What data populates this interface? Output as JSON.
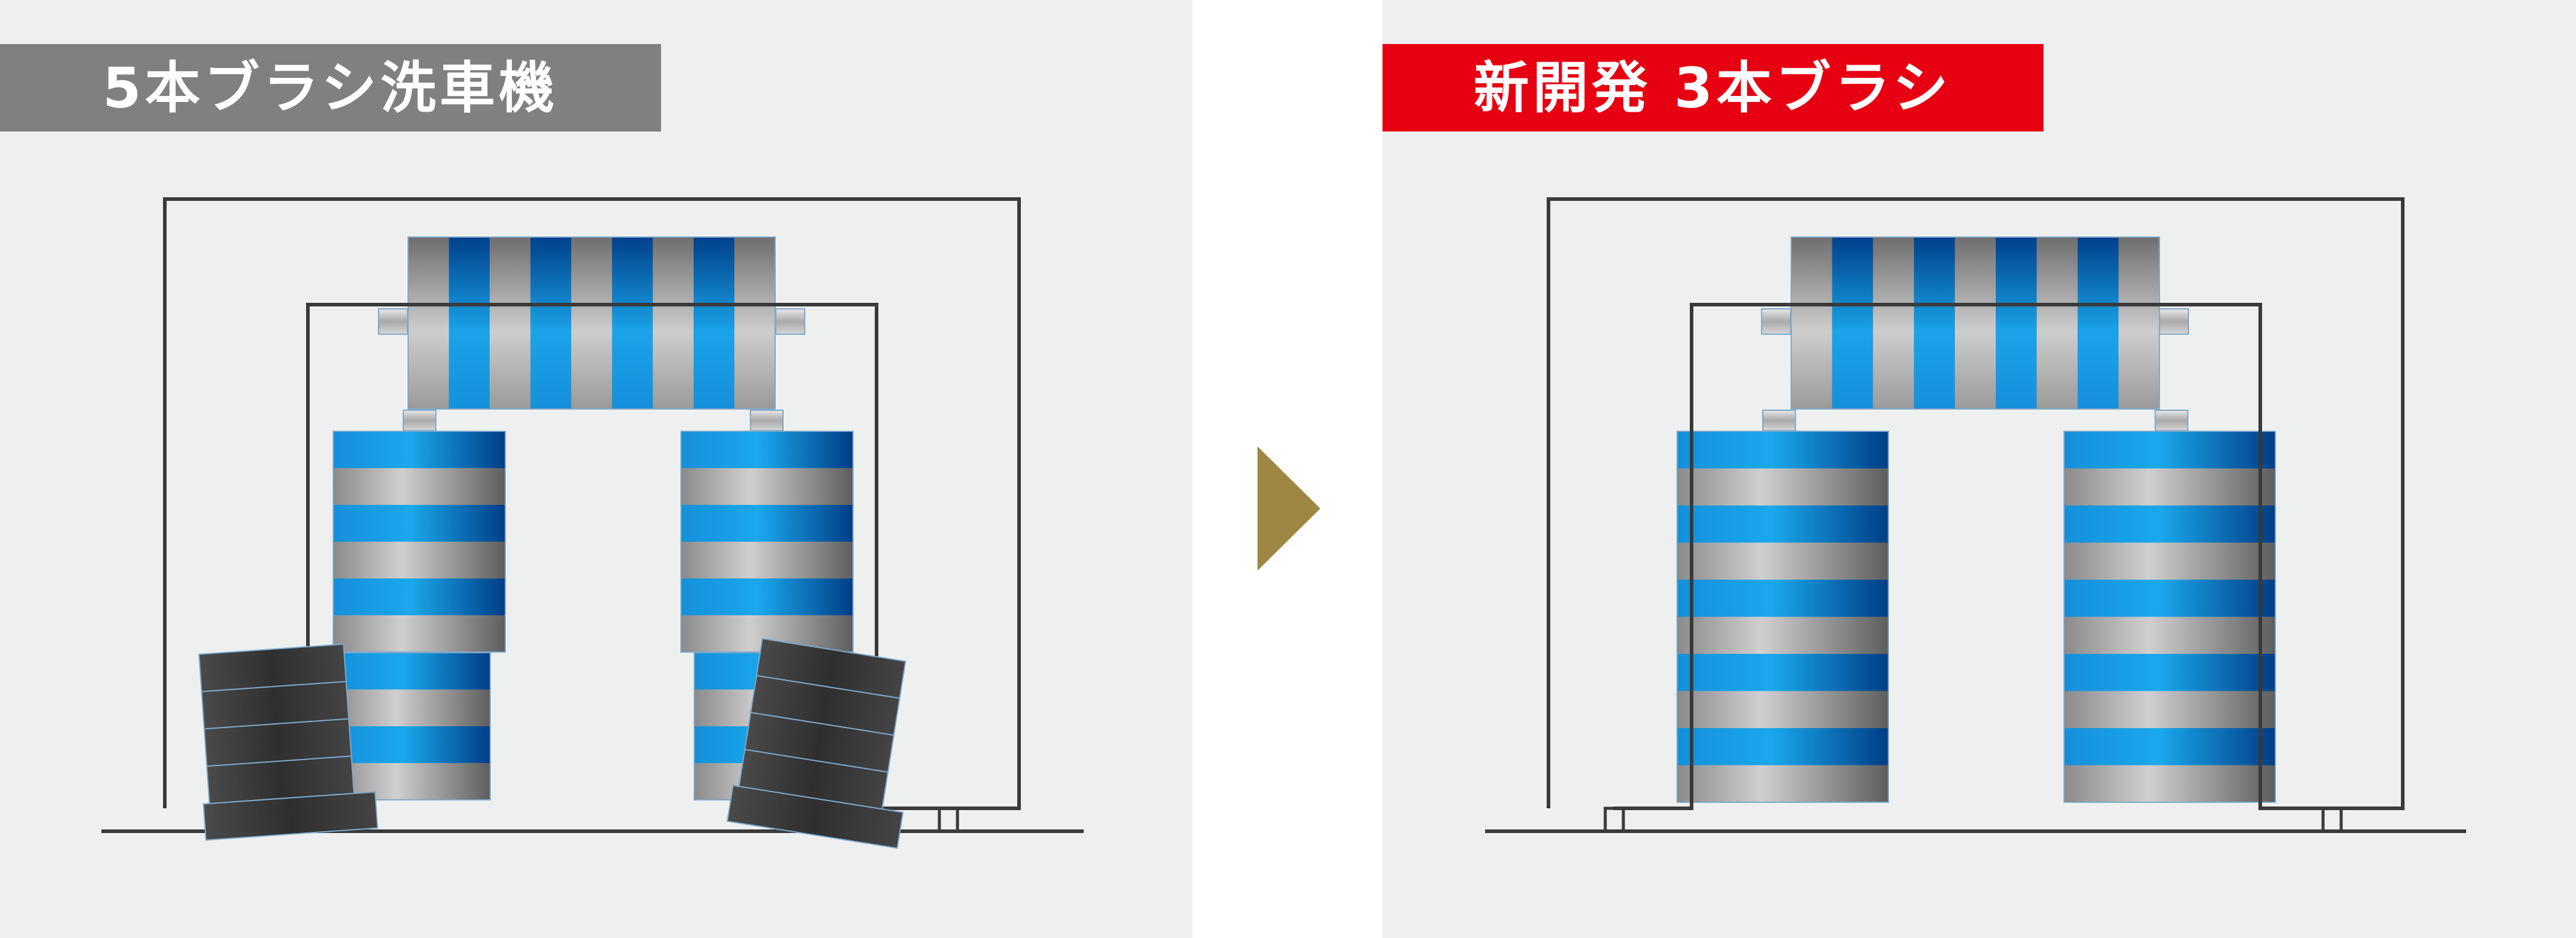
{
  "left_panel": {
    "title": "5本ブラシ洗車機",
    "title_bg": "#808080",
    "top_brush_stripes": [
      "gray",
      "blue",
      "gray",
      "blue",
      "gray",
      "blue",
      "gray",
      "blue",
      "gray"
    ],
    "side_brush_upper_stripes": [
      "blue",
      "gray",
      "blue",
      "gray",
      "blue",
      "gray"
    ],
    "side_brush_lower_stripes": [
      "blue",
      "gray",
      "blue",
      "gray"
    ],
    "tilted_brush_segments": 4
  },
  "right_panel": {
    "title": "新開発 3本ブラシ",
    "title_bg": "#e60012",
    "top_brush_stripes": [
      "gray",
      "blue",
      "gray",
      "blue",
      "gray",
      "blue",
      "gray",
      "blue",
      "gray"
    ],
    "side_brush_stripes": [
      "blue",
      "gray",
      "blue",
      "gray",
      "blue",
      "gray",
      "blue",
      "gray",
      "blue",
      "gray"
    ]
  },
  "arrow": {
    "icon": "triangle-right-icon",
    "color": "#9d8743"
  },
  "colors": {
    "panel_bg": "#eef0ef",
    "frame": "#3a3a3a",
    "blue_dark": "#00408a",
    "blue_light": "#1aa3e8",
    "gray_dark": "#6b6b6b",
    "gray_light": "#c8c8c8",
    "tilted_brush": "#3d3d3d"
  }
}
